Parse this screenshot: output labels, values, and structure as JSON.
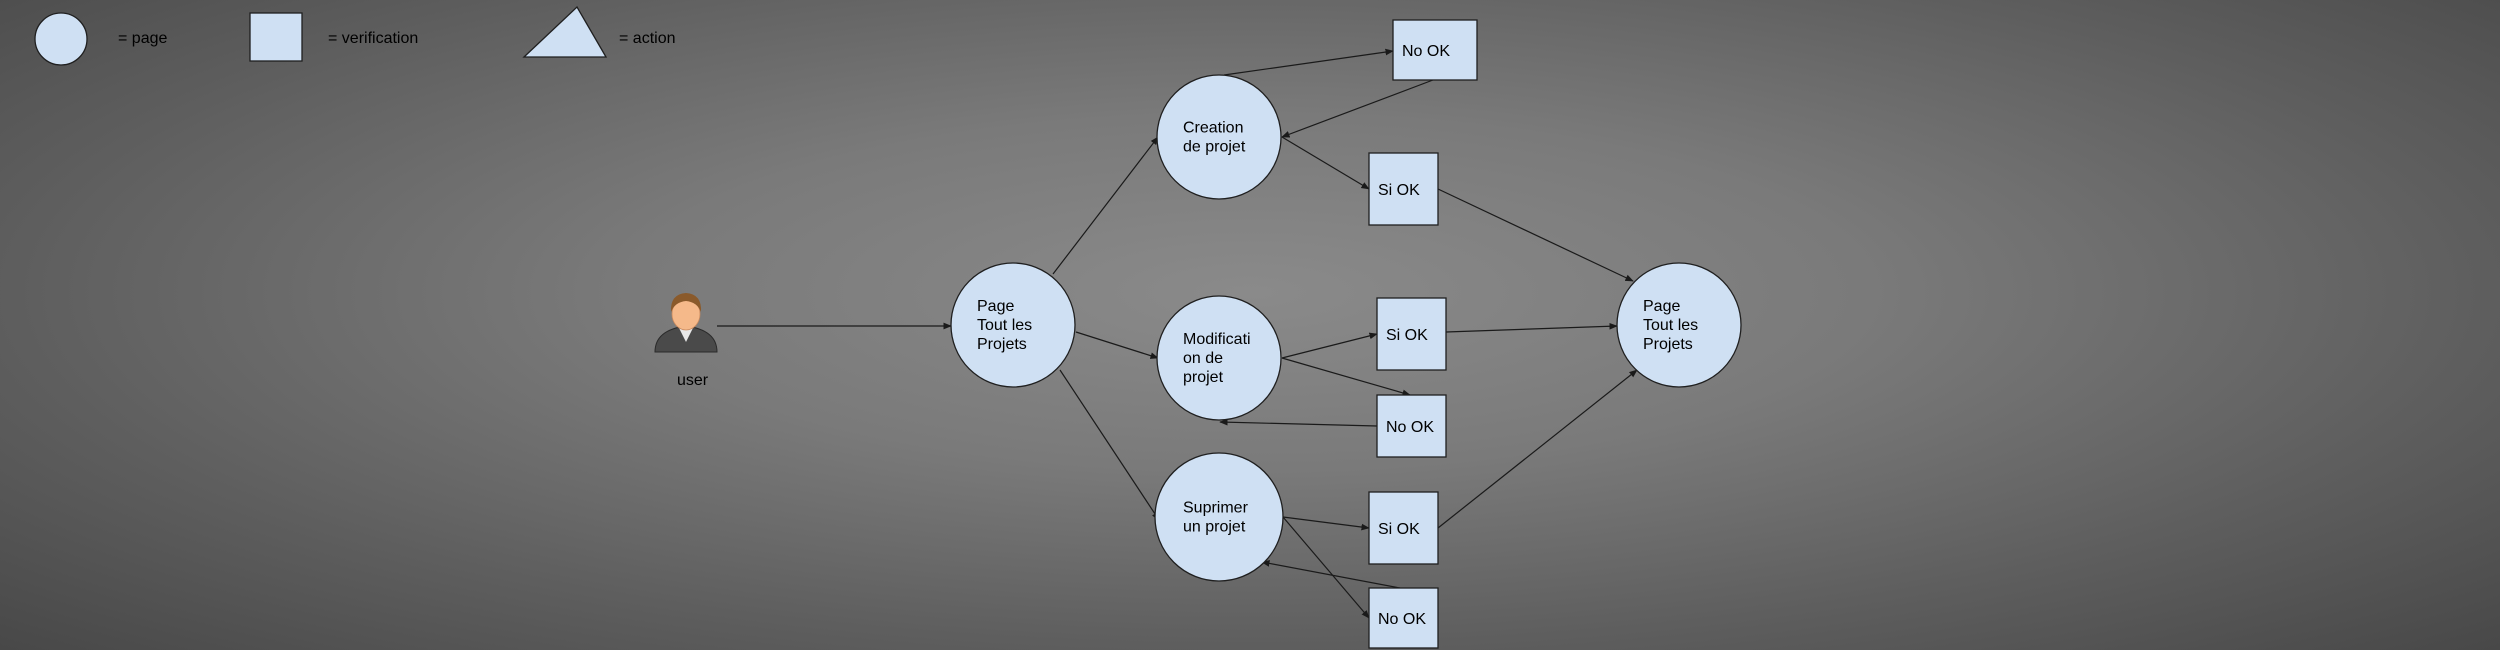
{
  "legend": [
    {
      "id": "legend-page",
      "shape": "circle",
      "label": "= page"
    },
    {
      "id": "legend-verification",
      "shape": "rect",
      "label": "= verification"
    },
    {
      "id": "legend-action",
      "shape": "triangle",
      "label": "= action"
    }
  ],
  "user": {
    "label": "user"
  },
  "nodes": [
    {
      "id": "page-tout-projets",
      "shape": "circle",
      "lines": [
        "Page",
        "Tout les",
        "Projets"
      ]
    },
    {
      "id": "creation-projet",
      "shape": "circle",
      "lines": [
        "Creation",
        "de projet"
      ]
    },
    {
      "id": "modification-projet",
      "shape": "circle",
      "lines": [
        "Modificati",
        "on de",
        "projet"
      ]
    },
    {
      "id": "suprimer-projet",
      "shape": "circle",
      "lines": [
        "Suprimer",
        "un projet"
      ]
    },
    {
      "id": "page-tout-projets-2",
      "shape": "circle",
      "lines": [
        "Page",
        "Tout les",
        "Projets"
      ]
    },
    {
      "id": "creation-no-ok",
      "shape": "rect",
      "lines": [
        "No OK"
      ]
    },
    {
      "id": "creation-si-ok",
      "shape": "rect",
      "lines": [
        "Si OK"
      ]
    },
    {
      "id": "modification-si-ok",
      "shape": "rect",
      "lines": [
        "Si OK"
      ]
    },
    {
      "id": "modification-no-ok",
      "shape": "rect",
      "lines": [
        "No OK"
      ]
    },
    {
      "id": "suprimer-si-ok",
      "shape": "rect",
      "lines": [
        "Si OK"
      ]
    },
    {
      "id": "suprimer-no-ok",
      "shape": "rect",
      "lines": [
        "No OK"
      ]
    }
  ],
  "edges": [
    {
      "from": "user",
      "to": "page-tout-projets"
    },
    {
      "from": "page-tout-projets",
      "to": "creation-projet"
    },
    {
      "from": "page-tout-projets",
      "to": "modification-projet"
    },
    {
      "from": "page-tout-projets",
      "to": "suprimer-projet"
    },
    {
      "from": "creation-projet",
      "to": "creation-no-ok"
    },
    {
      "from": "creation-no-ok",
      "to": "creation-projet"
    },
    {
      "from": "creation-projet",
      "to": "creation-si-ok"
    },
    {
      "from": "creation-si-ok",
      "to": "page-tout-projets-2"
    },
    {
      "from": "modification-projet",
      "to": "modification-si-ok"
    },
    {
      "from": "modification-projet",
      "to": "modification-no-ok"
    },
    {
      "from": "modification-no-ok",
      "to": "modification-projet"
    },
    {
      "from": "modification-si-ok",
      "to": "page-tout-projets-2"
    },
    {
      "from": "suprimer-projet",
      "to": "suprimer-si-ok"
    },
    {
      "from": "suprimer-projet",
      "to": "suprimer-no-ok"
    },
    {
      "from": "suprimer-no-ok",
      "to": "suprimer-projet"
    },
    {
      "from": "suprimer-si-ok",
      "to": "page-tout-projets-2"
    }
  ],
  "colors": {
    "shape_fill": "#cfe0f3",
    "stroke": "#1f1f1f"
  }
}
